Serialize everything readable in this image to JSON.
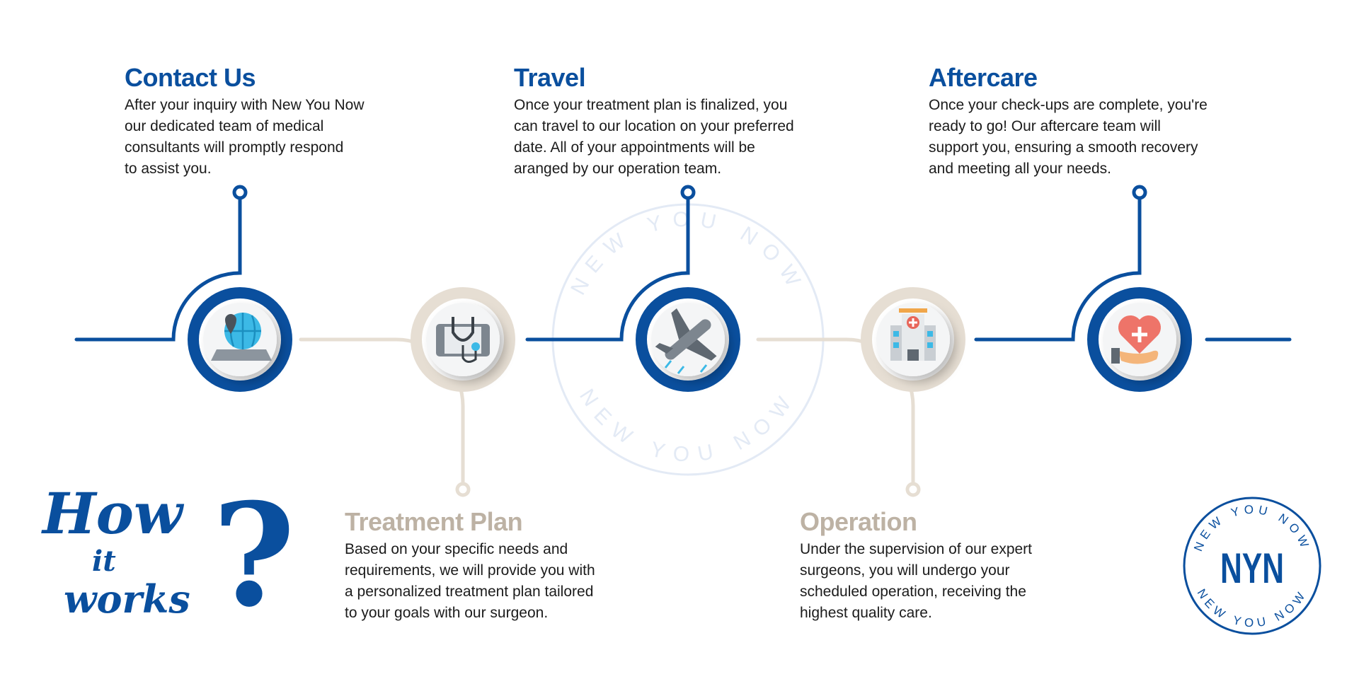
{
  "colors": {
    "blue": "#0a4f9e",
    "beige": "#e6ded3",
    "beige_text": "#bdb2a4",
    "watermark": "#e3eaf5"
  },
  "steps": [
    {
      "title": "Contact Us",
      "icon": "globe-keyboard-icon",
      "lines": [
        "After your inquiry with New You Now",
        "our dedicated team of medical",
        "consultants will promptly respond",
        "to assist you."
      ]
    },
    {
      "title": "Treatment Plan",
      "icon": "stethoscope-icon",
      "lines": [
        "Based on your specific needs and",
        "requirements, we will provide you with",
        "a personalized treatment plan tailored",
        "to your goals with our surgeon."
      ]
    },
    {
      "title": "Travel",
      "icon": "airplane-icon",
      "lines": [
        "Once your treatment plan is finalized, you",
        "can travel to our location on your preferred",
        "date. All of your appointments will be",
        "aranged by our operation team."
      ]
    },
    {
      "title": "Operation",
      "icon": "hospital-icon",
      "lines": [
        "Under the supervision of our expert",
        "surgeons, you will undergo your",
        "scheduled operation, receiving the",
        "highest quality care."
      ]
    },
    {
      "title": "Aftercare",
      "icon": "heart-hand-icon",
      "lines": [
        "Once your check-ups are complete, you're",
        "ready to go! Our aftercare team will",
        "support you, ensuring a smooth recovery",
        "and meeting all your needs."
      ]
    }
  ],
  "headline": {
    "how": "How",
    "it": "it",
    "works": "works",
    "q": "?"
  },
  "logo": {
    "ring_text": "NEW YOU NOW",
    "monogram": "NYN"
  }
}
